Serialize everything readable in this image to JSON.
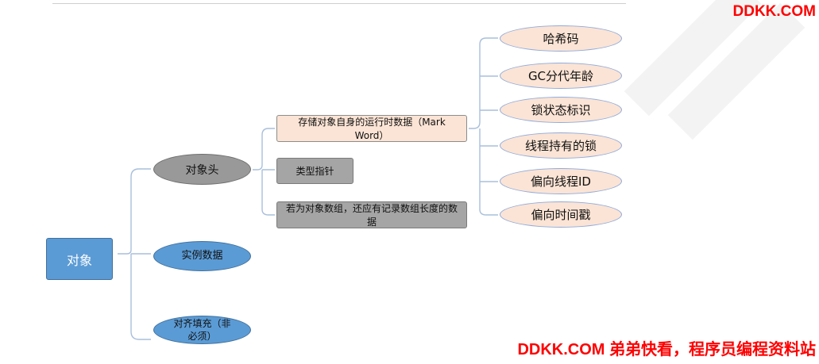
{
  "diagram": {
    "root": "对象",
    "header_node": "对象头",
    "instance_data": "实例数据",
    "padding_node": [
      "对齐填充（非",
      "必须）"
    ],
    "mark_word": "存储对象自身的运行时数据（Mark Word）",
    "type_pointer": "类型指针",
    "array_length": "若为对象数组，还应有记录数组长度的数据",
    "mark_word_fields": [
      "哈希码",
      "GC分代年龄",
      "锁状态标识",
      "线程持有的锁",
      "偏向线程ID",
      "偏向时间戳"
    ]
  },
  "watermark": {
    "top": "DDKK.COM",
    "bottom": "DDKK.COM 弟弟快看，程序员编程资料站"
  },
  "colors": {
    "blue_node": "#5b9bd5",
    "gray_node": "#999999",
    "beige_box": "#fbe4d5",
    "leaf_border": "#8faadc",
    "watermark": "#ff0000",
    "connector": "#a9bfdc"
  }
}
